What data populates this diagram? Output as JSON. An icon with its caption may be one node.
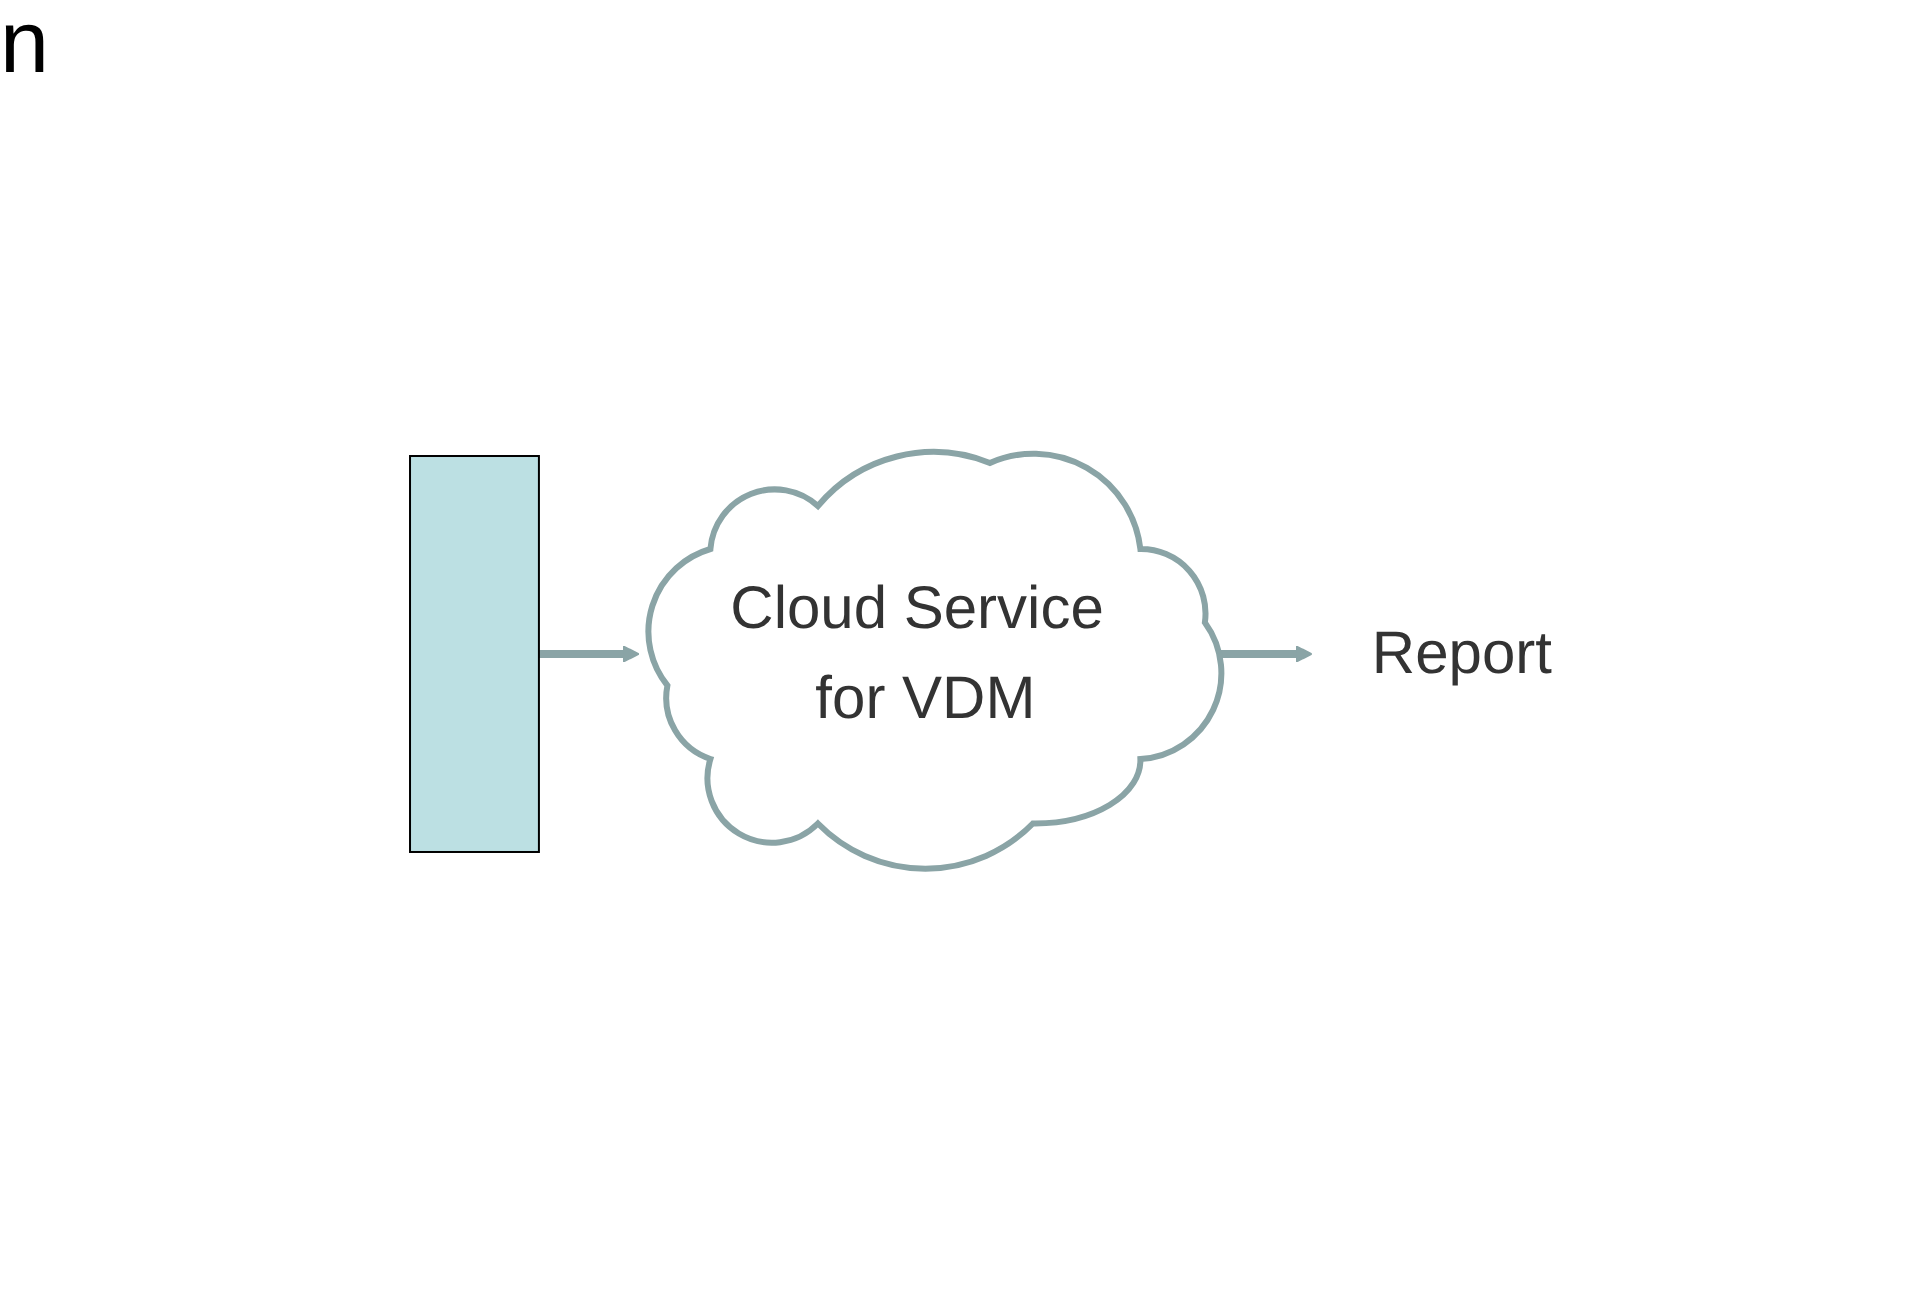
{
  "diagram": {
    "nodes": [
      {
        "text": [],
        "shape": "bar"
      },
      {
        "text": [
          "Cloud Service for VDM"
        ]
      },
      {
        "text": [
          "Report"
        ]
      }
    ],
    "edges": [
      {
        "from": 0,
        "to": 1,
        "arrow": "to"
      },
      {
        "from": 1,
        "to": 2,
        "arrow": "to"
      }
    ],
    "labels": [
      "n"
    ]
  }
}
